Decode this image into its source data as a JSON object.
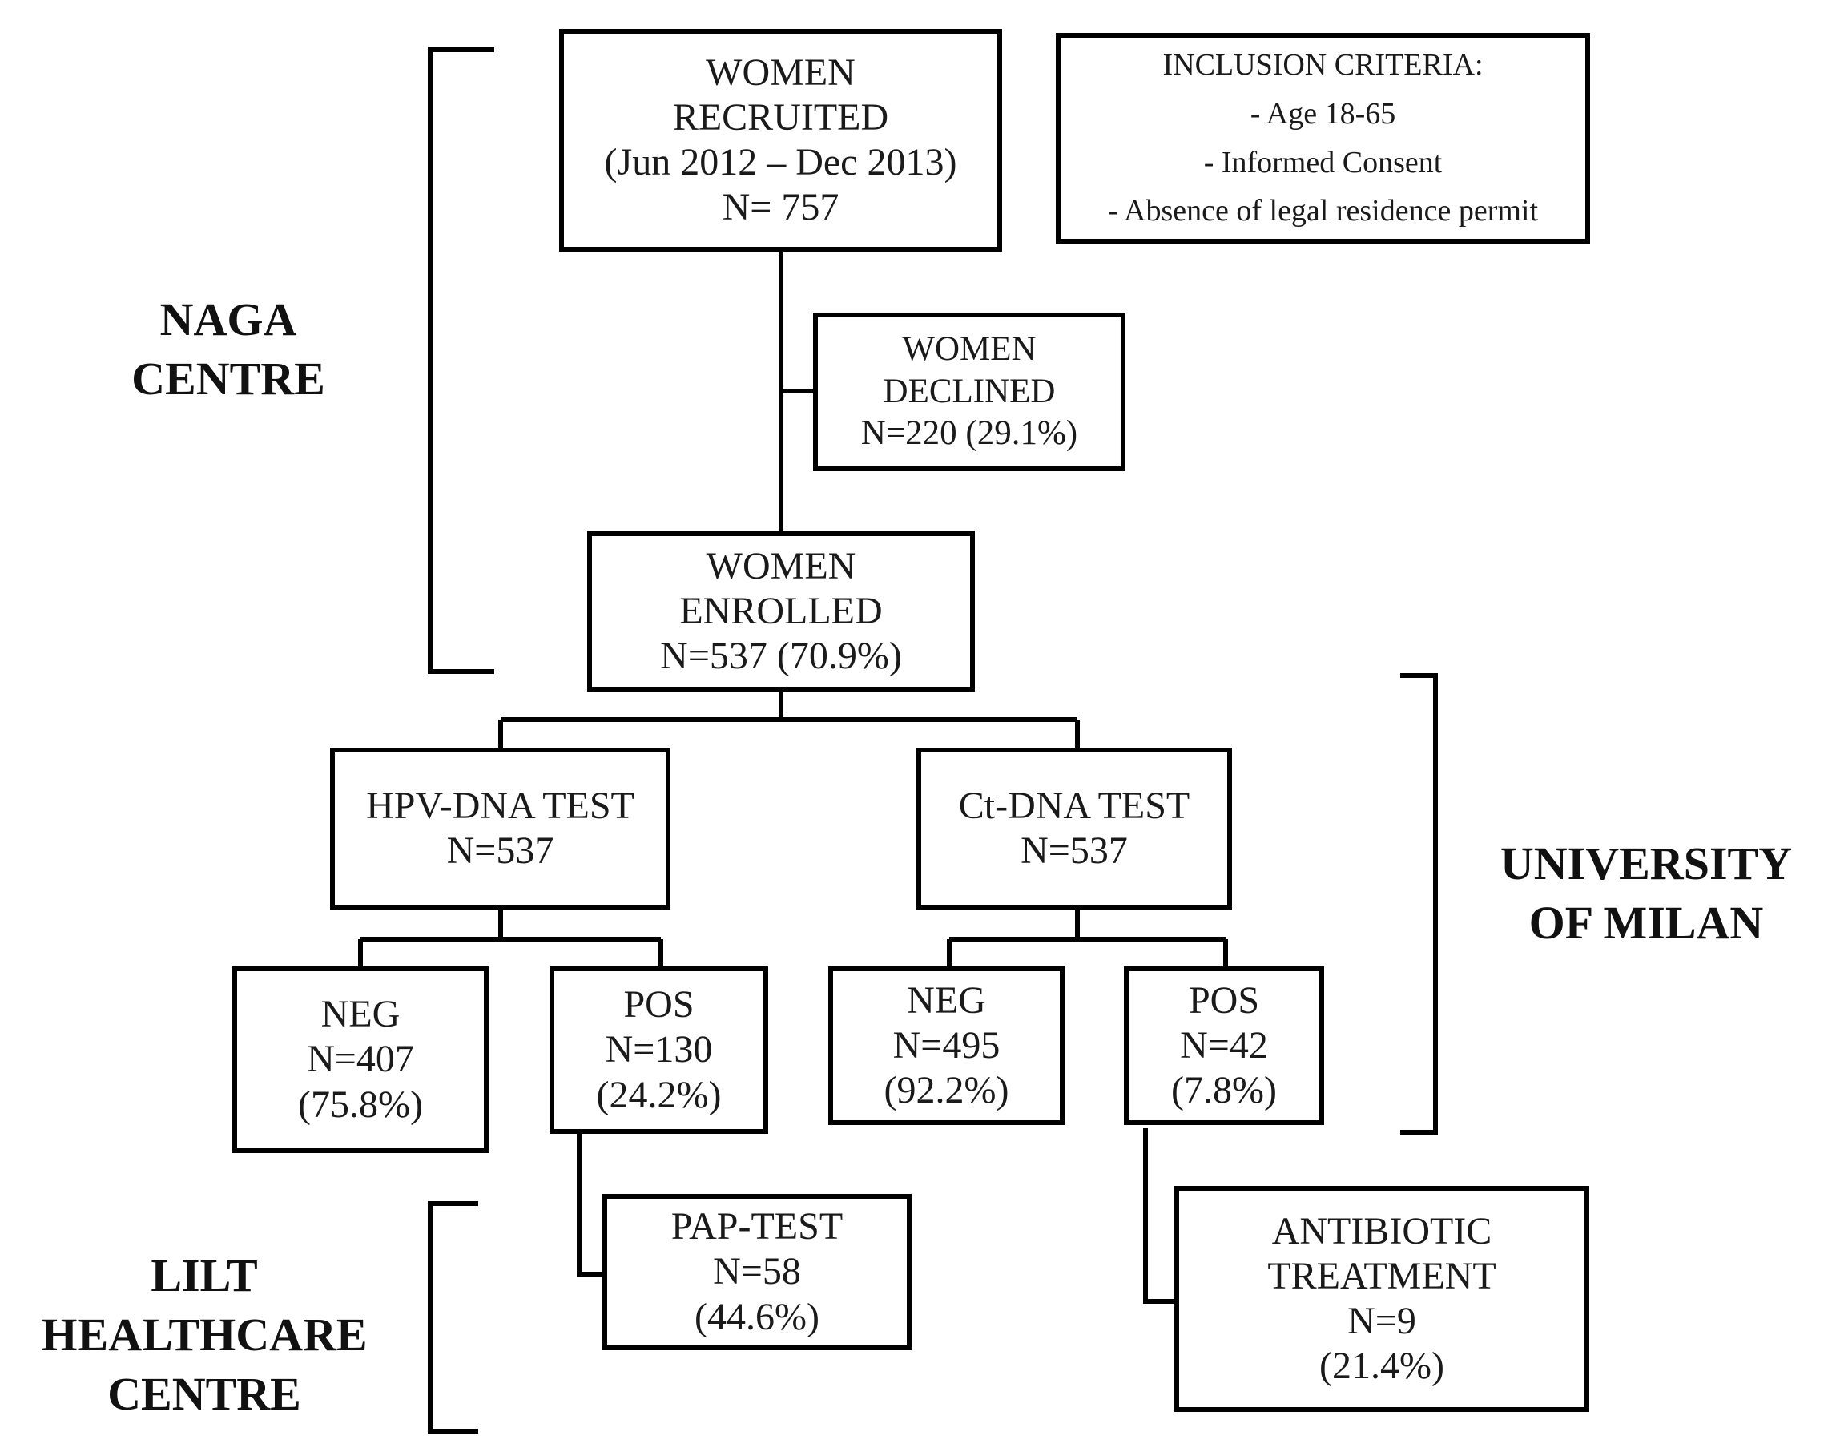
{
  "recruited": {
    "line1": "WOMEN",
    "line2": "RECRUITED",
    "line3": "(Jun 2012 – Dec 2013)",
    "line4": "N= 757"
  },
  "criteria": {
    "heading": "INCLUSION CRITERIA:",
    "items": [
      "- Age 18-65",
      "- Informed Consent",
      "- Absence of legal residence permit"
    ]
  },
  "declined": {
    "line1": "WOMEN",
    "line2": "DECLINED",
    "line3": "N=220 (29.1%)"
  },
  "enrolled": {
    "line1": "WOMEN",
    "line2": "ENROLLED",
    "line3": "N=537 (70.9%)"
  },
  "hpv_test": {
    "line1": "HPV-DNA TEST",
    "line2": "N=537"
  },
  "ct_test": {
    "line1": "Ct-DNA TEST",
    "line2": "N=537"
  },
  "hpv_neg": {
    "line1": "NEG",
    "line2": "N=407",
    "line3": "(75.8%)"
  },
  "hpv_pos": {
    "line1": "POS",
    "line2": "N=130",
    "line3": "(24.2%)"
  },
  "ct_neg": {
    "line1": "NEG",
    "line2": "N=495",
    "line3": "(92.2%)"
  },
  "ct_pos": {
    "line1": "POS",
    "line2": "N=42",
    "line3": "(7.8%)"
  },
  "pap_test": {
    "line1": "PAP-TEST",
    "line2": "N=58",
    "line3": "(44.6%)"
  },
  "antibiotic": {
    "line1": "ANTIBIOTIC",
    "line2": "TREATMENT",
    "line3": "N=9",
    "line4": "(21.4%)"
  },
  "sections": {
    "naga": [
      "NAGA",
      "CENTRE"
    ],
    "milan": [
      "UNIVERSITY",
      "OF MILAN"
    ],
    "lilt": [
      "LILT",
      "HEALTHCARE",
      "CENTRE"
    ]
  }
}
